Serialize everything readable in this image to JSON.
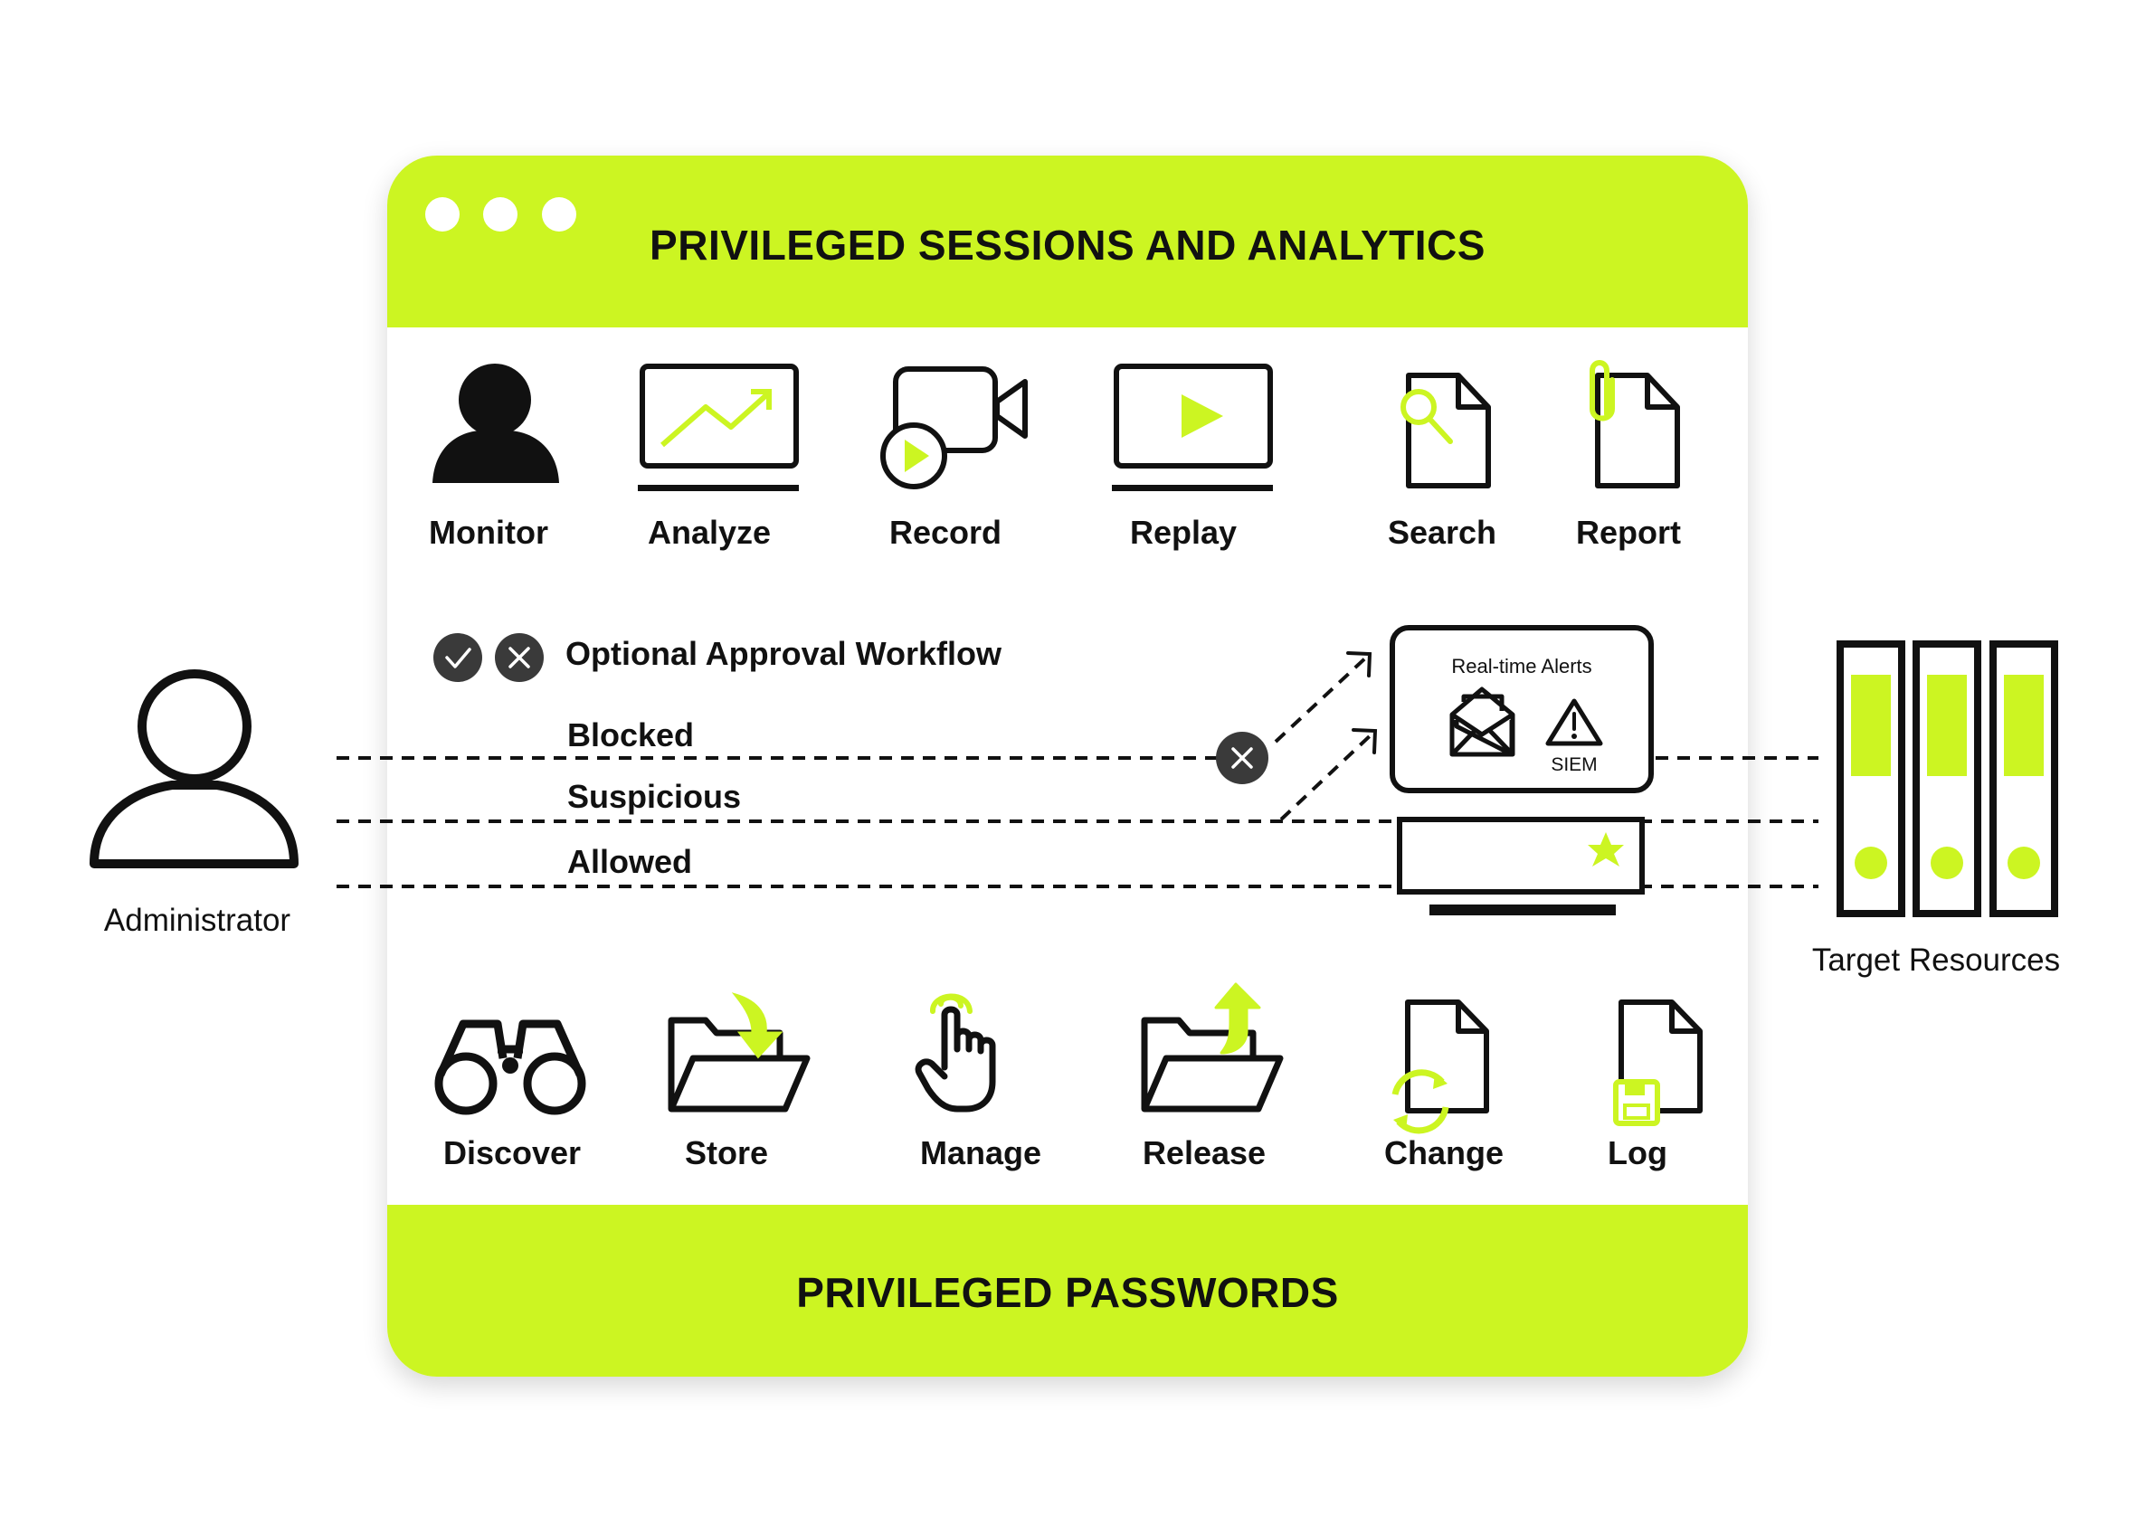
{
  "diagram": {
    "top_band_title": "PRIVILEGED SESSIONS AND ANALYTICS",
    "bottom_band_title": "PRIVILEGED PASSWORDS",
    "session_features": [
      {
        "label": "Monitor",
        "icon": "user-silhouette-icon"
      },
      {
        "label": "Analyze",
        "icon": "trend-chart-monitor-icon"
      },
      {
        "label": "Record",
        "icon": "video-camera-icon"
      },
      {
        "label": "Replay",
        "icon": "play-monitor-icon"
      },
      {
        "label": "Search",
        "icon": "search-document-icon"
      },
      {
        "label": "Report",
        "icon": "report-document-icon"
      }
    ],
    "password_features": [
      {
        "label": "Discover",
        "icon": "binoculars-icon"
      },
      {
        "label": "Store",
        "icon": "folder-store-icon"
      },
      {
        "label": "Manage",
        "icon": "hand-pointer-icon"
      },
      {
        "label": "Release",
        "icon": "folder-release-icon"
      },
      {
        "label": "Change",
        "icon": "document-change-icon"
      },
      {
        "label": "Log",
        "icon": "document-log-icon"
      }
    ],
    "approval_workflow": "Optional Approval Workflow",
    "flows": {
      "blocked": "Blocked",
      "suspicious": "Suspicious",
      "allowed": "Allowed"
    },
    "alerts": {
      "title": "Real-time Alerts",
      "siem": "SIEM"
    },
    "administrator": "Administrator",
    "target_resources": "Target Resources"
  },
  "colors": {
    "accent": "#CCF522",
    "ink": "#111111",
    "badge": "#3A3A3A"
  }
}
